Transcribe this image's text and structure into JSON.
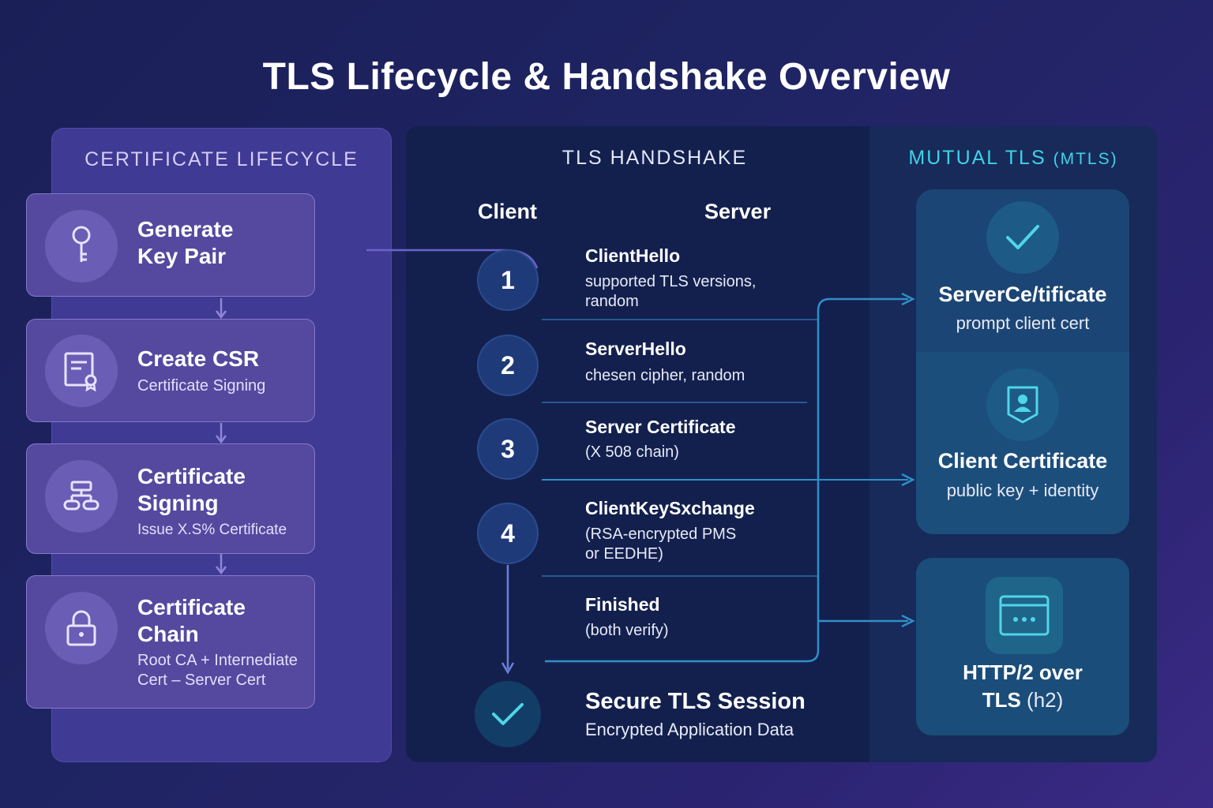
{
  "title": "TLS Lifecycle & Handshake Overview",
  "lifecycle": {
    "heading": "CERTIFICATE LIFECYCLE",
    "steps": [
      {
        "title_line1": "Generate",
        "title_line2": "Key Pair",
        "icon": "key-icon"
      },
      {
        "title_line1": "Create CSR",
        "subtitle": "Certificate Signing",
        "icon": "certificate-document-icon"
      },
      {
        "title_line1": "Certificate",
        "title_line2": "Signing",
        "subtitle": "Issue X.S% Certificate",
        "icon": "hierarchy-icon"
      },
      {
        "title_line1": "Certificate",
        "title_line2": "Chain",
        "subtitle_line1": "Root CA + Internediate",
        "subtitle_line2": "Cert – Server Cert",
        "icon": "lock-icon"
      }
    ]
  },
  "handshake": {
    "heading": "TLS HANDSHAKE",
    "client_label": "Client",
    "server_label": "Server",
    "steps": [
      {
        "number": "1",
        "title": "ClientHello",
        "sub_line1": "supported TLS versions,",
        "sub_line2": "random"
      },
      {
        "number": "2",
        "title": "ServerHello",
        "sub_line1": "chesen cipher, random"
      },
      {
        "number": "3",
        "title": "Server Certificate",
        "sub_line1": "(X 508 chain)"
      },
      {
        "number": "4",
        "title": "ClientKeySxchange",
        "sub_line1": "(RSA-encrypted PMS",
        "sub_line2": "or EEDHE)"
      },
      {
        "title": "Finished",
        "sub_line1": "(both verify)"
      }
    ],
    "secure": {
      "title": "Secure TLS Session",
      "subtitle": "Encrypted Application Data",
      "icon": "checkmark-icon"
    }
  },
  "mtls": {
    "heading_main": "MUTUAL TLS",
    "heading_paren": "(MTLS)",
    "server_cert": {
      "title": "ServerCe/tificate",
      "subtitle": "prompt client cert",
      "icon": "checkmark-icon"
    },
    "client_cert": {
      "title": "Client Certificate",
      "subtitle": "public key + identity",
      "icon": "user-badge-icon"
    },
    "http2": {
      "title_line1": "HTTP/2 over",
      "title_line2_bold": "TLS",
      "title_line2_paren": "(h2)",
      "icon": "browser-window-icon"
    }
  },
  "colors": {
    "background_start": "#1b1f58",
    "background_end": "#3b2a86",
    "lifecycle_panel": "#3f3a93",
    "handshake_panel": "#13204e",
    "accent_cyan": "#3ed3e6",
    "connector_blue": "#2f8fc8"
  }
}
